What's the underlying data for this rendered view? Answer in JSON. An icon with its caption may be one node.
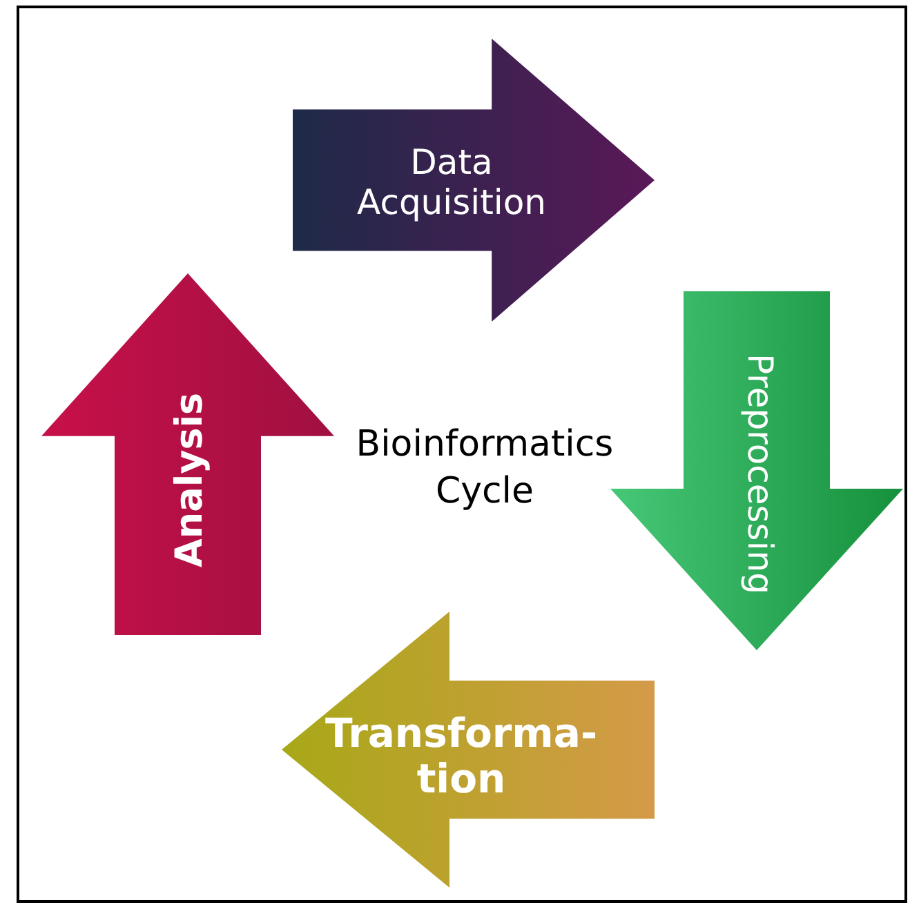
{
  "diagram": {
    "nodes": [
      {
        "text": [
          "Data Acquisition"
        ]
      },
      {
        "text": [
          "Preprocessing"
        ]
      },
      {
        "text": [
          "Transforma- tion"
        ]
      },
      {
        "text": [
          "Analysis"
        ]
      }
    ],
    "labels": [
      "Bioinformatics Cycle"
    ]
  }
}
